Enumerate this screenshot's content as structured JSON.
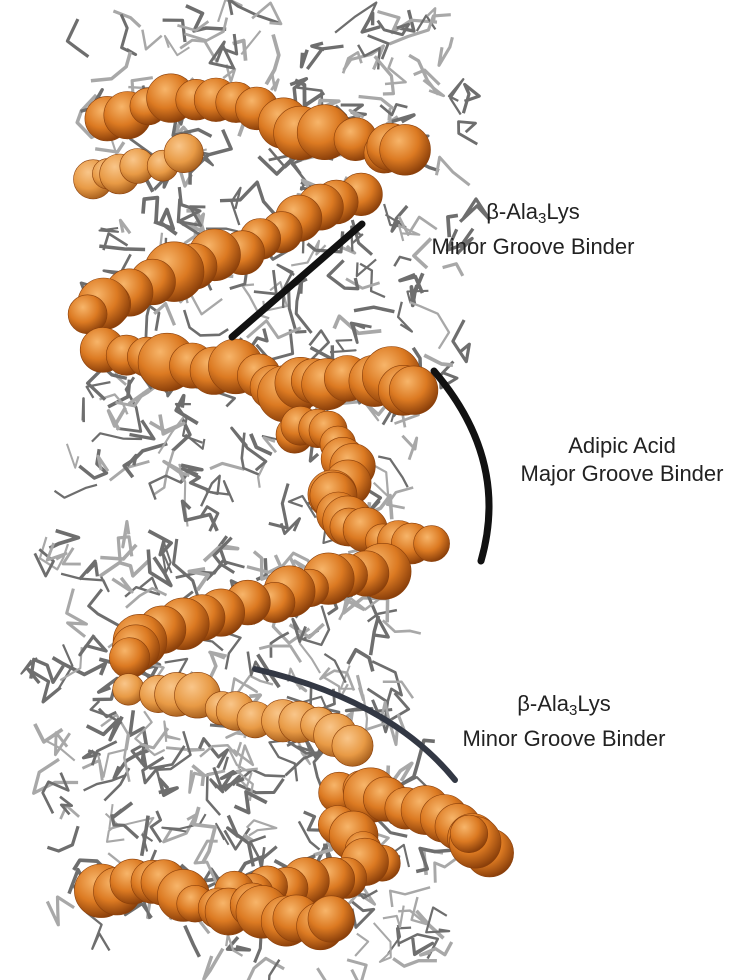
{
  "labels": {
    "top": {
      "greek": "β",
      "name_prefix": "-Ala",
      "subscript": "3",
      "name_suffix": "Lys",
      "line2": "Minor Groove Binder"
    },
    "middle": {
      "line1": "Adipic Acid",
      "line2": "Major Groove Binder"
    },
    "bottom": {
      "greek": "β",
      "name_prefix": "-Ala",
      "subscript": "3",
      "name_suffix": "Lys",
      "line2": "Minor Groove Binder"
    }
  },
  "colors": {
    "sphere_light": "#f2a24a",
    "sphere_mid": "#d9741c",
    "sphere_dark": "#8a3f0a",
    "backbone": "#6e6e6e",
    "backbone_light": "#a8a8a8",
    "indicator": "#111111"
  }
}
